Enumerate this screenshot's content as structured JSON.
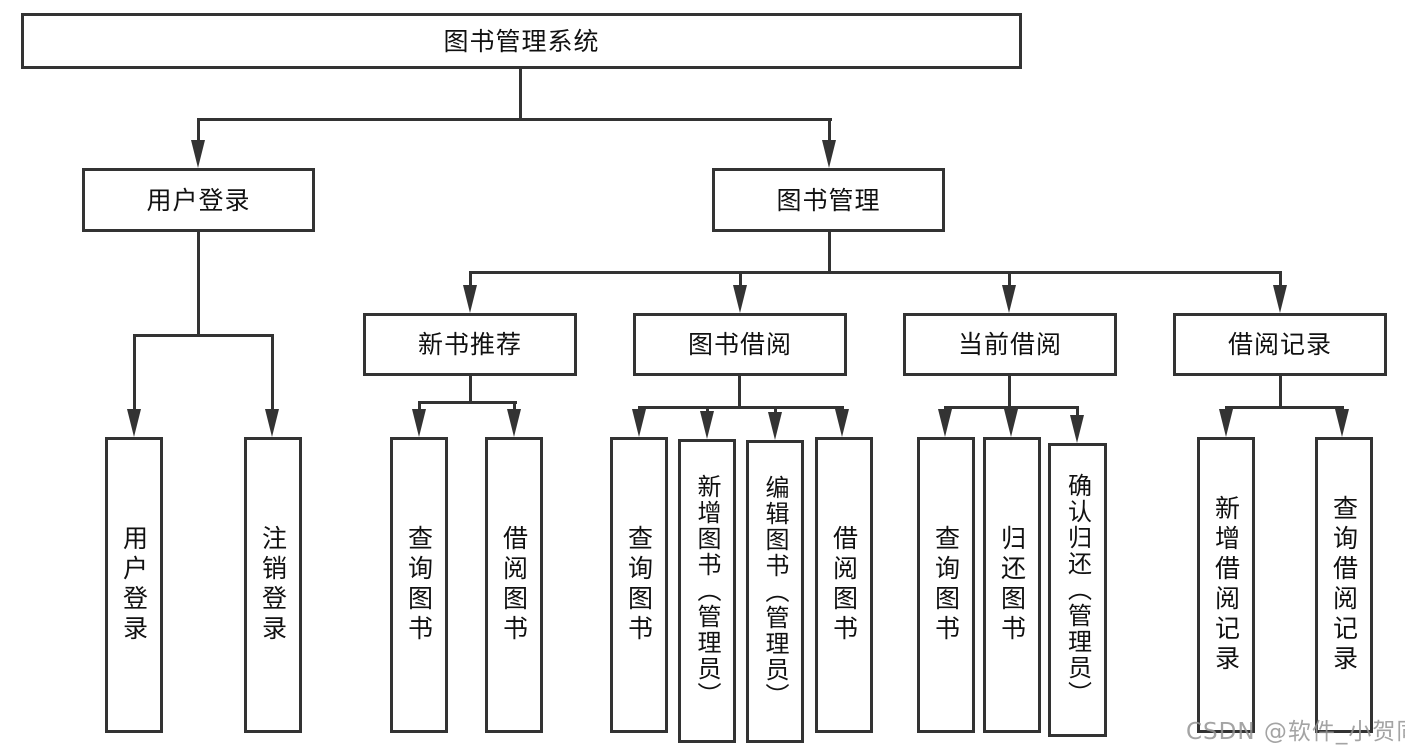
{
  "diagram": {
    "title": "图书管理系统",
    "root": {
      "label": "图书管理系统"
    },
    "level2": [
      {
        "label": "用户登录"
      },
      {
        "label": "图书管理"
      }
    ],
    "level3": [
      {
        "label": "新书推荐",
        "parent": "图书管理"
      },
      {
        "label": "图书借阅",
        "parent": "图书管理"
      },
      {
        "label": "当前借阅",
        "parent": "图书管理"
      },
      {
        "label": "借阅记录",
        "parent": "图书管理"
      }
    ],
    "leaves": [
      {
        "label": "用户登录",
        "parent": "用户登录"
      },
      {
        "label": "注销登录",
        "parent": "用户登录"
      },
      {
        "label": "查询图书",
        "parent": "新书推荐"
      },
      {
        "label": "借阅图书",
        "parent": "新书推荐"
      },
      {
        "label": "查询图书",
        "parent": "图书借阅"
      },
      {
        "label": "新增图书（管理员）",
        "parent": "图书借阅"
      },
      {
        "label": "编辑图书（管理员）",
        "parent": "图书借阅"
      },
      {
        "label": "借阅图书",
        "parent": "图书借阅"
      },
      {
        "label": "查询图书",
        "parent": "当前借阅"
      },
      {
        "label": "归还图书",
        "parent": "当前借阅"
      },
      {
        "label": "确认归还（管理员）",
        "parent": "当前借阅"
      },
      {
        "label": "新增借阅记录",
        "parent": "借阅记录"
      },
      {
        "label": "查询借阅记录",
        "parent": "借阅记录"
      }
    ]
  },
  "watermark": {
    "text": "CSDN @软件_小贺同学"
  },
  "colors": {
    "line": "#333333",
    "box_border": "#333333",
    "text": "#111111",
    "background": "#ffffff",
    "watermark": "#949494"
  }
}
